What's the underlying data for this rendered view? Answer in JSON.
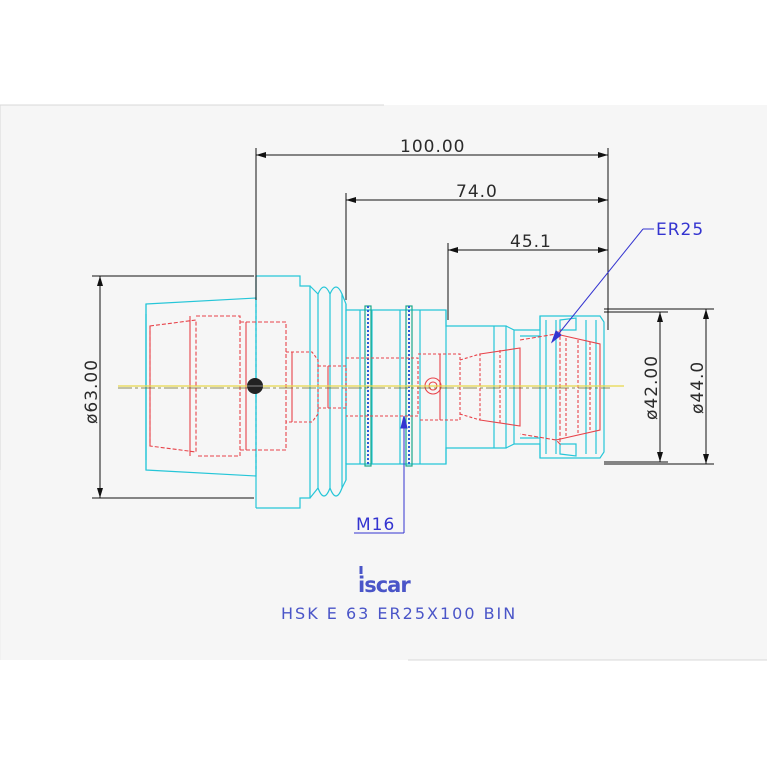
{
  "drawing": {
    "title": "HSK E 63 ER25X100 BIN",
    "logo": "iscar",
    "colors": {
      "body": "#26c6d8",
      "internal": "#e8434a",
      "dimension": "#111111",
      "callout": "#3434d0",
      "axis": "#e8d84a",
      "frame": "#f2f2f2"
    },
    "dimensions": {
      "length_total": "100.00",
      "length_mid": "74.0",
      "length_short": "45.1",
      "dia_flange": "ø63.00",
      "dia_nut_inner": "ø42.00",
      "dia_nut_outer": "ø44.0"
    },
    "callouts": {
      "collet": "ER25",
      "thread": "M16"
    }
  }
}
